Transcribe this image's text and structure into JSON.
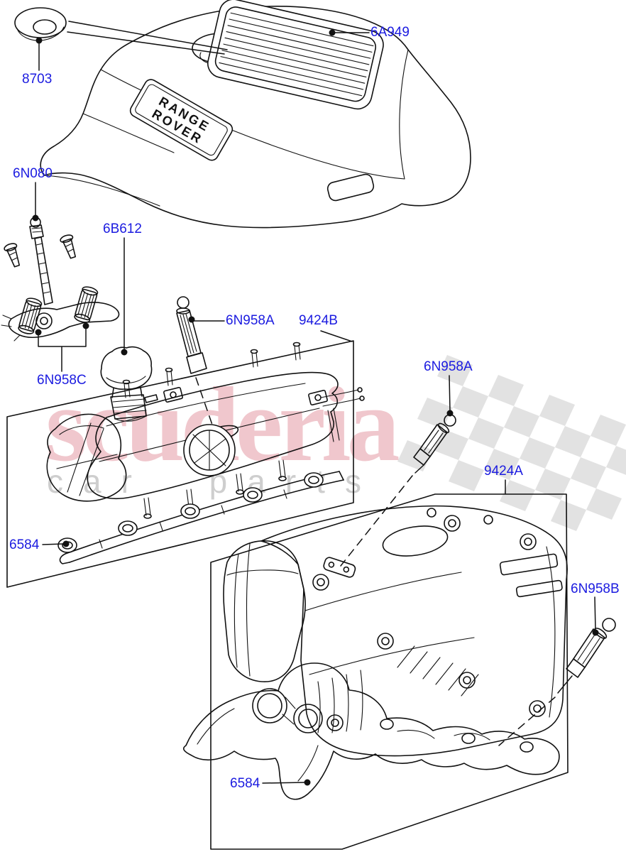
{
  "watermark": {
    "brand": "scuderia",
    "tagline": "car parts",
    "brand_color": "#cc3a4e",
    "tagline_color": "#9e9e9e",
    "flag_color": "#e2e2e2"
  },
  "engine_cover_badge": {
    "line1": "RANGE",
    "line2": "ROVER"
  },
  "callout_color": "#1b1be0",
  "callouts": [
    {
      "part": "grommet",
      "text": "8703"
    },
    {
      "part": "engine-cover",
      "text": "6A949"
    },
    {
      "part": "oil-level-indicator",
      "text": "6N080"
    },
    {
      "part": "oil-filler-cap",
      "text": "6B612"
    },
    {
      "part": "mounting-stud-top",
      "text": "6N958A"
    },
    {
      "part": "intake-manifold-upper",
      "text": "9424B"
    },
    {
      "part": "isolator-pair",
      "text": "6N958C"
    },
    {
      "part": "gasket-left",
      "text": "6584"
    },
    {
      "part": "mounting-stud-right",
      "text": "6N958A"
    },
    {
      "part": "cylinder-head-cover",
      "text": "9424A"
    },
    {
      "part": "mounting-stud-lower",
      "text": "6N958B"
    },
    {
      "part": "gasket-bottom",
      "text": "6584"
    }
  ]
}
